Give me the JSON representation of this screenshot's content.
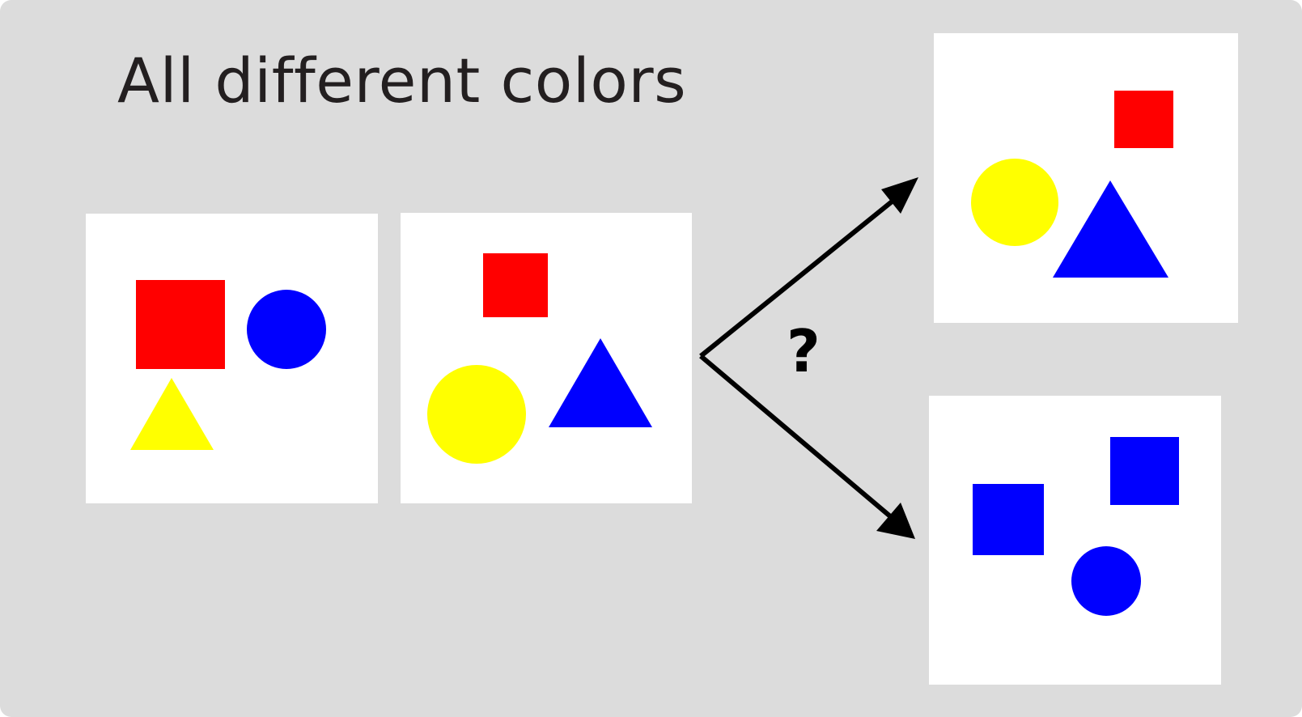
{
  "title": "All different colors",
  "question_mark": "?",
  "colors": {
    "background": "#dcdcdc",
    "panel": "#ffffff",
    "red": "#ff0000",
    "blue": "#0000ff",
    "yellow": "#ffff00",
    "arrow": "#000000",
    "title_text": "#231f20"
  },
  "panels": [
    {
      "id": "example-1",
      "shapes": [
        {
          "kind": "square",
          "color": "red"
        },
        {
          "kind": "circle",
          "color": "blue"
        },
        {
          "kind": "triangle",
          "color": "yellow"
        }
      ]
    },
    {
      "id": "example-2",
      "shapes": [
        {
          "kind": "square",
          "color": "red"
        },
        {
          "kind": "circle",
          "color": "yellow"
        },
        {
          "kind": "triangle",
          "color": "blue"
        }
      ]
    },
    {
      "id": "option-top",
      "shapes": [
        {
          "kind": "square",
          "color": "red"
        },
        {
          "kind": "circle",
          "color": "yellow"
        },
        {
          "kind": "triangle",
          "color": "blue"
        }
      ]
    },
    {
      "id": "option-bottom",
      "shapes": [
        {
          "kind": "square",
          "color": "blue"
        },
        {
          "kind": "square",
          "color": "blue"
        },
        {
          "kind": "circle",
          "color": "blue"
        }
      ]
    }
  ]
}
